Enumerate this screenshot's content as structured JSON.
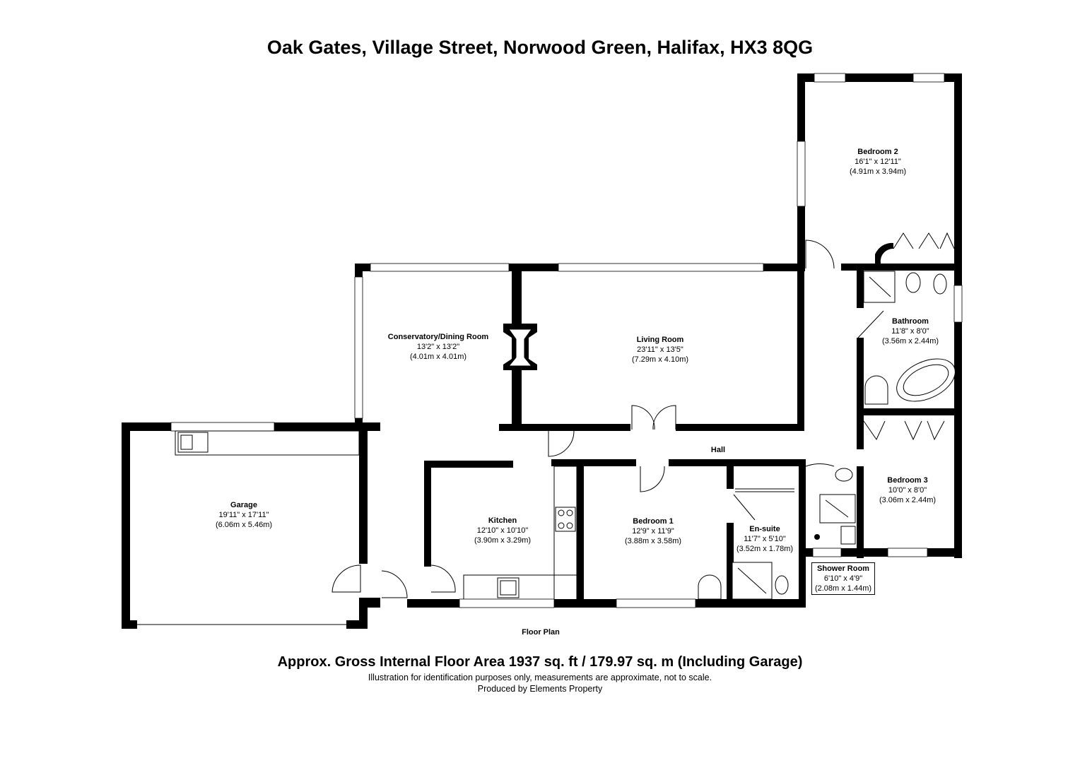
{
  "header": {
    "title": "Oak Gates, Village Street, Norwood Green, Halifax, HX3 8QG"
  },
  "rooms": [
    {
      "name": "Bedroom 2",
      "imperial": "16'1\" x 12'11\"",
      "metric": "(4.91m x 3.94m)"
    },
    {
      "name": "Conservatory/Dining Room",
      "imperial": "13'2\" x 13'2\"",
      "metric": "(4.01m x 4.01m)"
    },
    {
      "name": "Living Room",
      "imperial": "23'11\" x 13'5\"",
      "metric": "(7.29m x 4.10m)"
    },
    {
      "name": "Bathroom",
      "imperial": "11'8\" x 8'0\"",
      "metric": "(3.56m x 2.44m)"
    },
    {
      "name": "Garage",
      "imperial": "19'11\" x 17'11\"",
      "metric": "(6.06m x 5.46m)"
    },
    {
      "name": "Kitchen",
      "imperial": "12'10\" x 10'10\"",
      "metric": "(3.90m x 3.29m)"
    },
    {
      "name": "Bedroom 1",
      "imperial": "12'9\" x 11'9\"",
      "metric": "(3.88m x 3.58m)"
    },
    {
      "name": "En-suite",
      "imperial": "11'7\" x 5'10\"",
      "metric": "(3.52m x 1.78m)"
    },
    {
      "name": "Bedroom 3",
      "imperial": "10'0\" x 8'0\"",
      "metric": "(3.06m x 2.44m)"
    },
    {
      "name": "Shower Room",
      "imperial": "6'10\" x 4'9\"",
      "metric": "(2.08m x 1.44m)"
    }
  ],
  "labels": {
    "hall": "Hall",
    "floor_plan": "Floor Plan"
  },
  "footer": {
    "area": "Approx. Gross Internal Floor Area 1937 sq. ft / 179.97 sq. m (Including Garage)",
    "disclaimer": "Illustration for identification purposes only, measurements are approximate, not to scale.",
    "credit": "Produced by Elements Property"
  }
}
